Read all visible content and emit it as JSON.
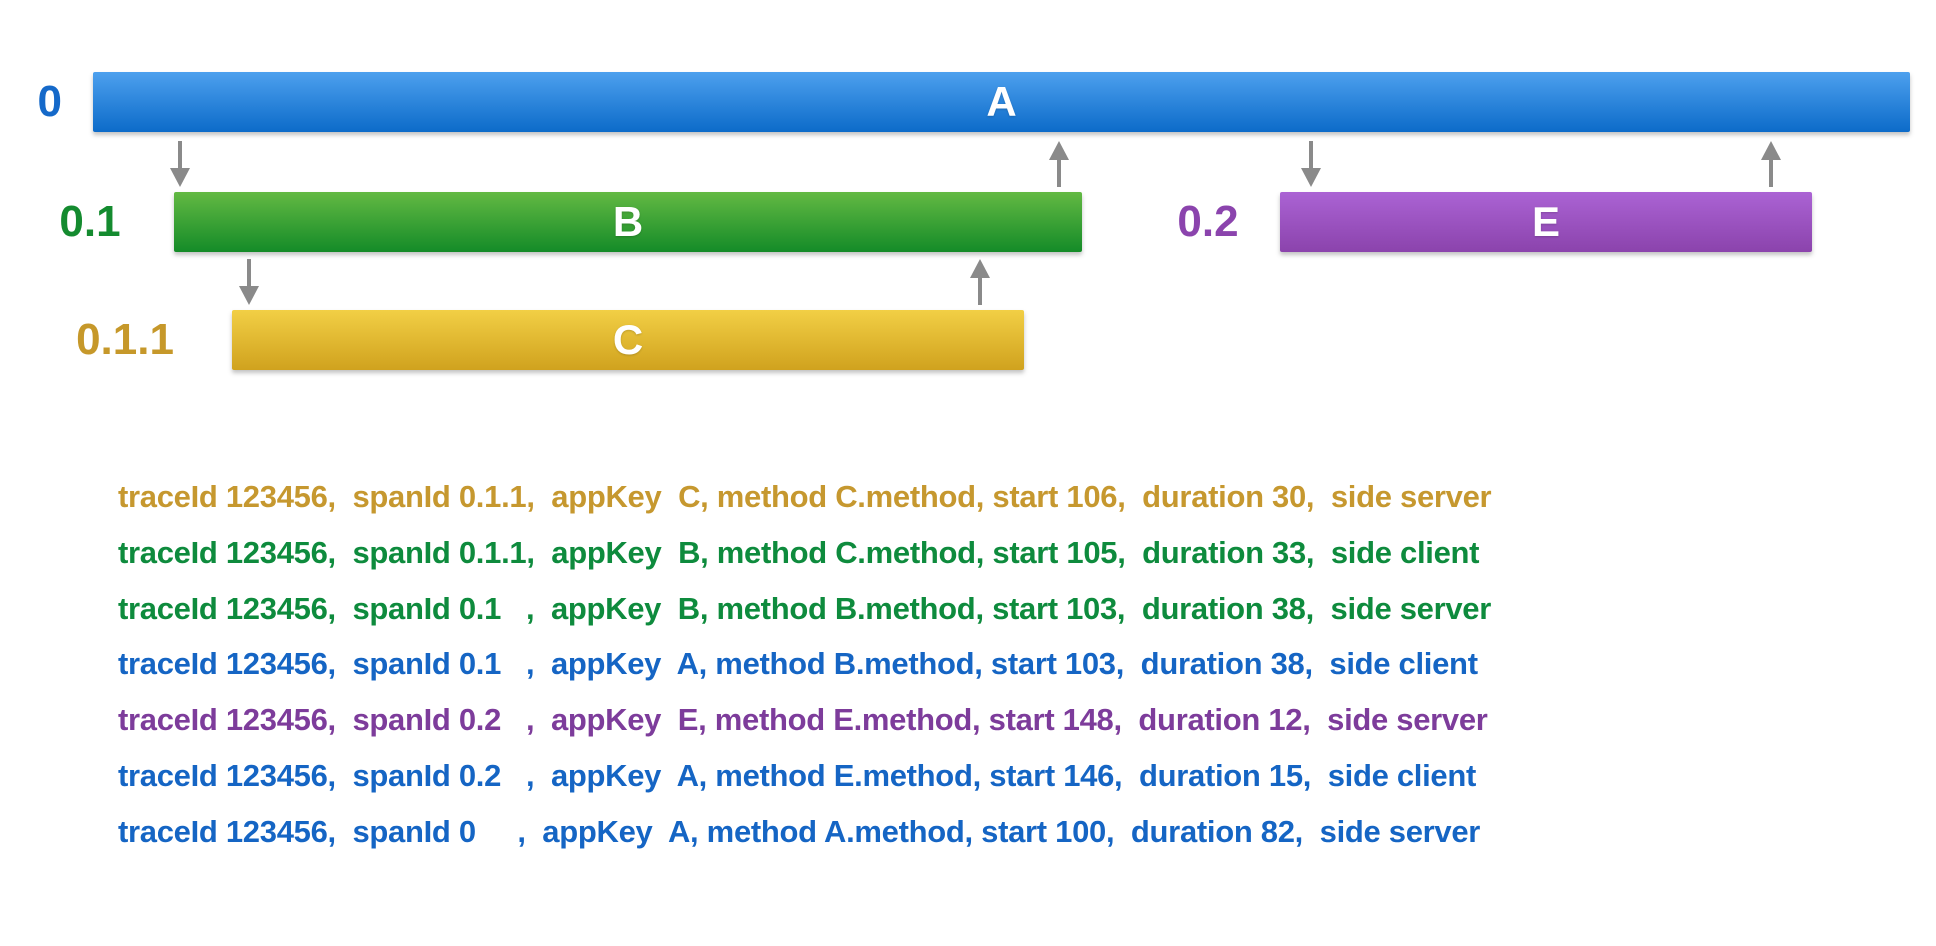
{
  "colors": {
    "background": "#FFFFFF",
    "bar-letter": "#FFFFFF",
    "bar-blue-top": "#4DA0EE",
    "bar-blue-bottom": "#0C6BC9",
    "bar-green-top": "#63B943",
    "bar-green-bottom": "#148B28",
    "bar-gold-top": "#F2CF45",
    "bar-gold-bottom": "#D0A21E",
    "bar-purple-top": "#AB63D4",
    "bar-purple-bottom": "#8B43AC",
    "label-blue": "#1569C9",
    "label-green": "#148B2F",
    "label-gold": "#C6982A",
    "label-purple": "#8B44AD",
    "text-blue": "#1565C4",
    "text-green": "#0E8B3D",
    "text-gold": "#C6982F",
    "text-purple": "#7D3C9B",
    "arrow-gray": "#8A8A8A"
  },
  "diagram": {
    "bars": [
      {
        "span_id": "0",
        "letter": "A",
        "color": "blue"
      },
      {
        "span_id": "0.1",
        "letter": "B",
        "color": "green"
      },
      {
        "span_id": "0.2",
        "letter": "E",
        "color": "purple"
      },
      {
        "span_id": "0.1.1",
        "letter": "C",
        "color": "gold"
      }
    ]
  },
  "log": {
    "lines": [
      {
        "text": "traceId 123456,  spanId 0.1.1,  appKey  C, method C.method, start 106,  duration 30,  side server",
        "color": "gold"
      },
      {
        "text": "traceId 123456,  spanId 0.1.1,  appKey  B, method C.method, start 105,  duration 33,  side client",
        "color": "green"
      },
      {
        "text": "traceId 123456,  spanId 0.1   ,  appKey  B, method B.method, start 103,  duration 38,  side server",
        "color": "green"
      },
      {
        "text": "traceId 123456,  spanId 0.1   ,  appKey  A, method B.method, start 103,  duration 38,  side client",
        "color": "blue"
      },
      {
        "text": "traceId 123456,  spanId 0.2   ,  appKey  E, method E.method, start 148,  duration 12,  side server",
        "color": "purple"
      },
      {
        "text": "traceId 123456,  spanId 0.2   ,  appKey  A, method E.method, start 146,  duration 15,  side client",
        "color": "blue"
      },
      {
        "text": "traceId 123456,  spanId 0     ,  appKey  A, method A.method, start 100,  duration 82,  side server",
        "color": "blue"
      }
    ]
  },
  "chart_data": {
    "type": "gantt",
    "records": [
      {
        "traceId": "123456",
        "spanId": "0.1.1",
        "appKey": "C",
        "method": "C.method",
        "start": 106,
        "duration": 30,
        "side": "server"
      },
      {
        "traceId": "123456",
        "spanId": "0.1.1",
        "appKey": "B",
        "method": "C.method",
        "start": 105,
        "duration": 33,
        "side": "client"
      },
      {
        "traceId": "123456",
        "spanId": "0.1",
        "appKey": "B",
        "method": "B.method",
        "start": 103,
        "duration": 38,
        "side": "server"
      },
      {
        "traceId": "123456",
        "spanId": "0.1",
        "appKey": "A",
        "method": "B.method",
        "start": 103,
        "duration": 38,
        "side": "client"
      },
      {
        "traceId": "123456",
        "spanId": "0.2",
        "appKey": "E",
        "method": "E.method",
        "start": 148,
        "duration": 12,
        "side": "server"
      },
      {
        "traceId": "123456",
        "spanId": "0.2",
        "appKey": "A",
        "method": "E.method",
        "start": 146,
        "duration": 15,
        "side": "client"
      },
      {
        "traceId": "123456",
        "spanId": "0",
        "appKey": "A",
        "method": "A.method",
        "start": 100,
        "duration": 82,
        "side": "server"
      }
    ]
  }
}
